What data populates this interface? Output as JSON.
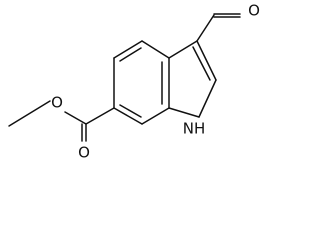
{
  "molecule": {
    "atoms": {
      "aldehyde_o": "O",
      "ester_carbonyl_o": "O",
      "ester_ether_o": "O",
      "indole_nh": "NH"
    }
  },
  "colors": {
    "bond": "#111111",
    "text": "#111111",
    "background": "#ffffff"
  }
}
